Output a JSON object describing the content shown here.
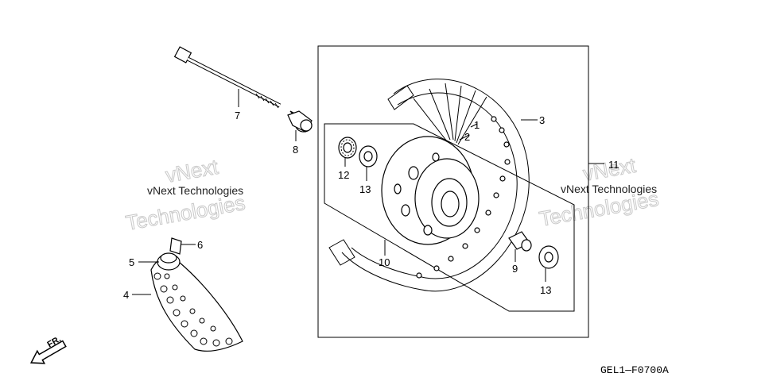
{
  "callouts": {
    "c1": "1",
    "c2": "2",
    "c3": "3",
    "c4": "4",
    "c5": "5",
    "c6": "6",
    "c7": "7",
    "c8": "8",
    "c9": "9",
    "c10": "10",
    "c11": "11",
    "c12": "12",
    "c13a": "13",
    "c13b": "13"
  },
  "watermark": {
    "text_left": "vNext Technologies",
    "text_right": "vNext Technologies",
    "ghost_a": "vNext",
    "ghost_b": "Technologies"
  },
  "direction_label": "FR.",
  "diagram_code": "GEL1—F0700A",
  "colors": {
    "line": "#000000",
    "watermark": "#c8c8c8"
  }
}
